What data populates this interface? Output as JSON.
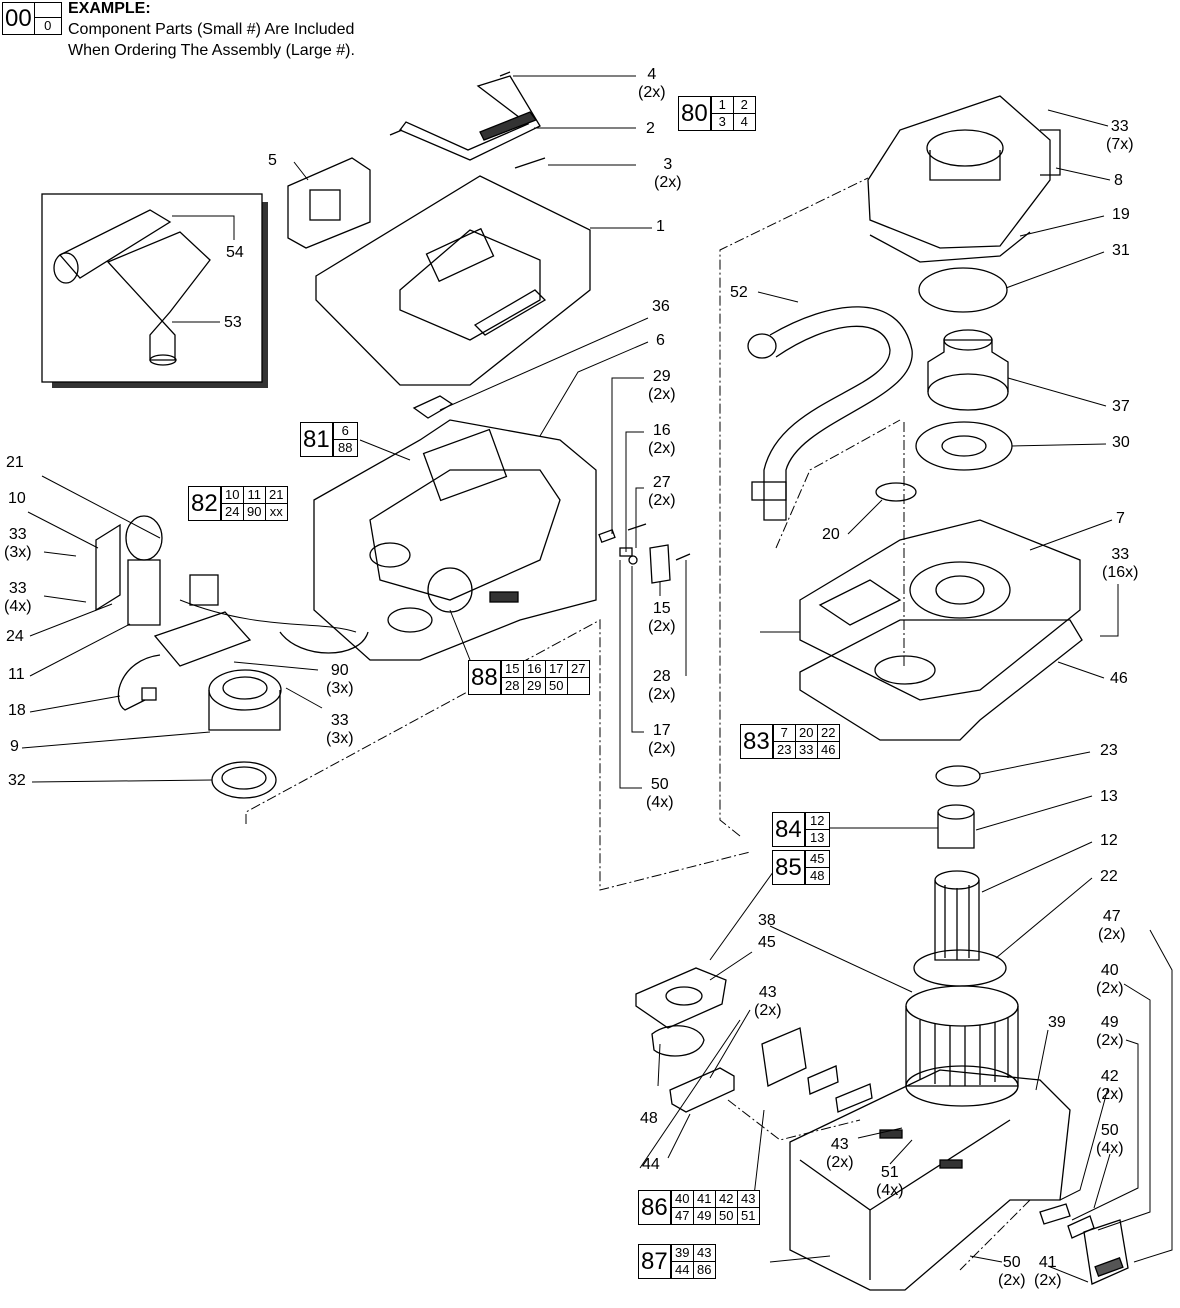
{
  "example": {
    "big": "00",
    "small": "0",
    "title": "EXAMPLE:",
    "line1": "Component Parts (Small #) Are Included",
    "line2": "When Ordering The Assembly (Large #)."
  },
  "callouts": [
    {
      "id": "c4",
      "n": "4",
      "q": "(2x)"
    },
    {
      "id": "c2",
      "n": "2",
      "q": ""
    },
    {
      "id": "c3",
      "n": "3",
      "q": "(2x)"
    },
    {
      "id": "c5",
      "n": "5",
      "q": ""
    },
    {
      "id": "c1",
      "n": "1",
      "q": ""
    },
    {
      "id": "c54",
      "n": "54",
      "q": ""
    },
    {
      "id": "c53",
      "n": "53",
      "q": ""
    },
    {
      "id": "c36",
      "n": "36",
      "q": ""
    },
    {
      "id": "c6",
      "n": "6",
      "q": ""
    },
    {
      "id": "c29",
      "n": "29",
      "q": "(2x)"
    },
    {
      "id": "c16",
      "n": "16",
      "q": "(2x)"
    },
    {
      "id": "c27",
      "n": "27",
      "q": "(2x)"
    },
    {
      "id": "c15",
      "n": "15",
      "q": "(2x)"
    },
    {
      "id": "c28",
      "n": "28",
      "q": "(2x)"
    },
    {
      "id": "c17",
      "n": "17",
      "q": "(2x)"
    },
    {
      "id": "c50a",
      "n": "50",
      "q": "(4x)"
    },
    {
      "id": "c21",
      "n": "21",
      "q": ""
    },
    {
      "id": "c10",
      "n": "10",
      "q": ""
    },
    {
      "id": "c33a",
      "n": "33",
      "q": "(3x)"
    },
    {
      "id": "c33b",
      "n": "33",
      "q": "(4x)"
    },
    {
      "id": "c24",
      "n": "24",
      "q": ""
    },
    {
      "id": "c11",
      "n": "11",
      "q": ""
    },
    {
      "id": "c18",
      "n": "18",
      "q": ""
    },
    {
      "id": "c9",
      "n": "9",
      "q": ""
    },
    {
      "id": "c32",
      "n": "32",
      "q": ""
    },
    {
      "id": "c90",
      "n": "90",
      "q": "(3x)"
    },
    {
      "id": "c33c",
      "n": "33",
      "q": "(3x)"
    },
    {
      "id": "c33d",
      "n": "33",
      "q": "(7x)"
    },
    {
      "id": "c8",
      "n": "8",
      "q": ""
    },
    {
      "id": "c19",
      "n": "19",
      "q": ""
    },
    {
      "id": "c31",
      "n": "31",
      "q": ""
    },
    {
      "id": "c52",
      "n": "52",
      "q": ""
    },
    {
      "id": "c37",
      "n": "37",
      "q": ""
    },
    {
      "id": "c30",
      "n": "30",
      "q": ""
    },
    {
      "id": "c20",
      "n": "20",
      "q": ""
    },
    {
      "id": "c7",
      "n": "7",
      "q": ""
    },
    {
      "id": "c33e",
      "n": "33",
      "q": "(16x)"
    },
    {
      "id": "c46",
      "n": "46",
      "q": ""
    },
    {
      "id": "c23",
      "n": "23",
      "q": ""
    },
    {
      "id": "c13",
      "n": "13",
      "q": ""
    },
    {
      "id": "c12",
      "n": "12",
      "q": ""
    },
    {
      "id": "c22",
      "n": "22",
      "q": ""
    },
    {
      "id": "c38",
      "n": "38",
      "q": ""
    },
    {
      "id": "c45",
      "n": "45",
      "q": ""
    },
    {
      "id": "c47",
      "n": "47",
      "q": "(2x)"
    },
    {
      "id": "c40",
      "n": "40",
      "q": "(2x)"
    },
    {
      "id": "c43a",
      "n": "43",
      "q": "(2x)"
    },
    {
      "id": "c39",
      "n": "39",
      "q": ""
    },
    {
      "id": "c49",
      "n": "49",
      "q": "(2x)"
    },
    {
      "id": "c48",
      "n": "48",
      "q": ""
    },
    {
      "id": "c42",
      "n": "42",
      "q": "(2x)"
    },
    {
      "id": "c50b",
      "n": "50",
      "q": "(4x)"
    },
    {
      "id": "c43b",
      "n": "43",
      "q": "(2x)"
    },
    {
      "id": "c51",
      "n": "51",
      "q": "(4x)"
    },
    {
      "id": "c44",
      "n": "44",
      "q": ""
    },
    {
      "id": "c50c",
      "n": "50",
      "q": "(2x)"
    },
    {
      "id": "c41",
      "n": "41",
      "q": "(2x)"
    }
  ],
  "assemblies": [
    {
      "id": "a80",
      "big": "80",
      "cols": 2,
      "parts": [
        "1",
        "2",
        "3",
        "4"
      ]
    },
    {
      "id": "a81",
      "big": "81",
      "cols": 1,
      "parts": [
        "6",
        "88"
      ]
    },
    {
      "id": "a82",
      "big": "82",
      "cols": 3,
      "parts": [
        "10",
        "11",
        "21",
        "24",
        "90",
        "xx"
      ]
    },
    {
      "id": "a88",
      "big": "88",
      "cols": 4,
      "parts": [
        "15",
        "16",
        "17",
        "27",
        "28",
        "29",
        "50",
        ""
      ]
    },
    {
      "id": "a83",
      "big": "83",
      "cols": 3,
      "parts": [
        "7",
        "20",
        "22",
        "23",
        "33",
        "46"
      ]
    },
    {
      "id": "a84",
      "big": "84",
      "cols": 1,
      "parts": [
        "12",
        "13"
      ]
    },
    {
      "id": "a85",
      "big": "85",
      "cols": 1,
      "parts": [
        "45",
        "48"
      ]
    },
    {
      "id": "a86",
      "big": "86",
      "cols": 4,
      "parts": [
        "40",
        "41",
        "42",
        "43",
        "47",
        "49",
        "50",
        "51"
      ]
    },
    {
      "id": "a87",
      "big": "87",
      "cols": 2,
      "parts": [
        "39",
        "43",
        "44",
        "86"
      ]
    }
  ]
}
